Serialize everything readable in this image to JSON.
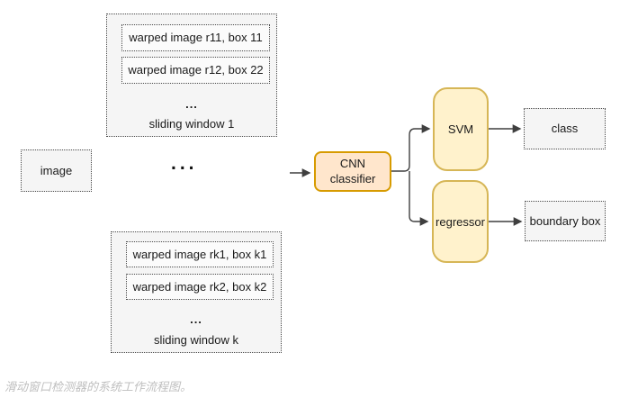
{
  "colors": {
    "cnn_fill": "#ffe6cc",
    "cnn_stroke": "#d79b00",
    "node_fill": "#fff2cc",
    "node_stroke": "#d6b656",
    "dotted_fill": "#f5f5f5",
    "dotted_inner_fill": "#fbfbfb",
    "dotted_stroke": "#4a4a4a",
    "arrow": "#3f3f3f",
    "text": "#1a1a1a",
    "caption_color": "#bfbfbf"
  },
  "diagram": {
    "image_label": "image",
    "mid_ellipsis": "...",
    "groups": [
      {
        "items": [
          "warped image r11, box 11",
          "warped image r12, box 22"
        ],
        "more": "...",
        "label": "sliding window 1"
      },
      {
        "items": [
          "warped image rk1, box k1",
          "warped image rk2, box k2"
        ],
        "more": "...",
        "label": "sliding window k"
      }
    ],
    "cnn": {
      "line1": "CNN",
      "line2": "classifier"
    },
    "svm_label": "SVM",
    "regressor_label": "regressor",
    "class_label": "class",
    "boundary_label": "boundary box"
  },
  "caption": "滑动窗口检测器的系统工作流程图。"
}
